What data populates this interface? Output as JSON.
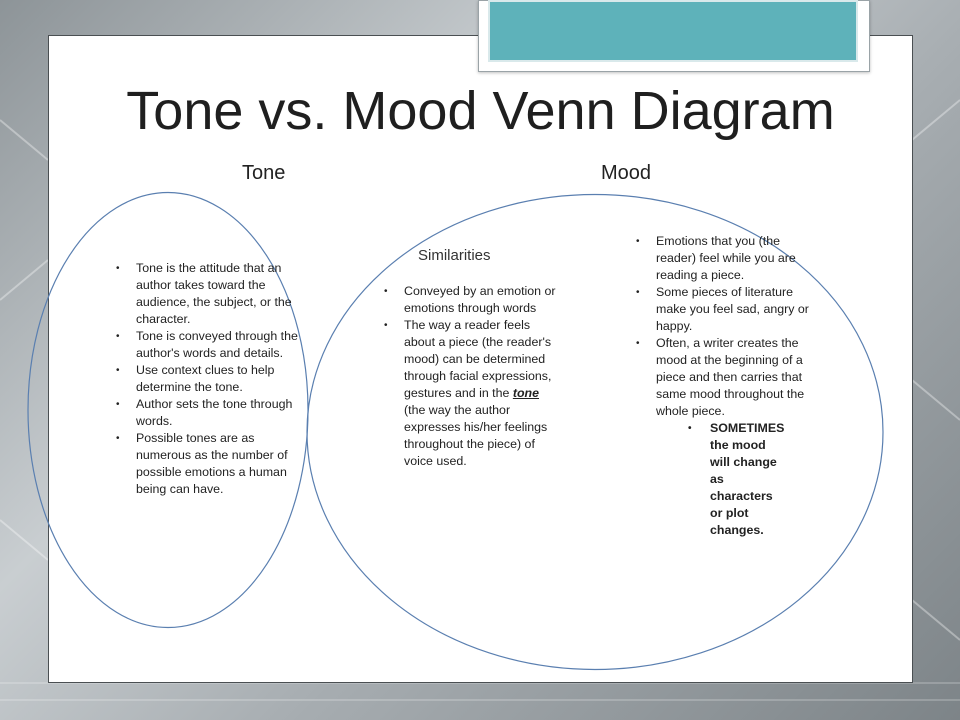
{
  "title": "Tone vs. Mood Venn Diagram",
  "labels": {
    "left": "Tone",
    "right": "Mood",
    "center": "Similarities"
  },
  "tone_points": [
    "Tone is the attitude that an author takes toward the audience, the subject, or the character.",
    "Tone is conveyed through the author's words and details.",
    "Use context clues to help determine the tone.",
    "Author sets the tone through words.",
    "Possible tones are as numerous as the number of possible emotions a human being can have."
  ],
  "similarity_points": {
    "first": "Conveyed by an emotion or emotions through words",
    "second_before": "The way a reader feels about a piece (the reader's mood) can be determined through facial expressions, gestures and in the",
    "second_emphasis": "tone",
    "second_after": "(the way the author expresses his/her feelings throughout the piece) of voice used."
  },
  "mood_points": [
    "Emotions that you (the reader) feel while you are reading a piece.",
    "Some pieces of literature make you feel sad, angry or happy.",
    "Often, a writer creates the mood at the beginning of a piece and then carries that same mood throughout the whole piece."
  ],
  "mood_subpoint": "SOMETIMES the mood will change as characters or plot changes.",
  "colors": {
    "circle_stroke": "#5a7fb0",
    "accent_tab": "#5eb2ba"
  }
}
